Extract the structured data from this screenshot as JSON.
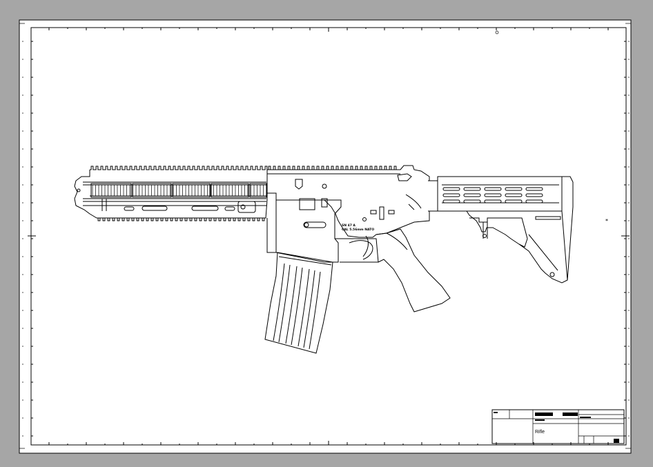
{
  "drawing": {
    "part_name": "Rifle",
    "receiver_marking_line1": "SN 47 A",
    "receiver_marking_line2": "CAL 5.56mm NATO"
  },
  "colors": {
    "background": "#a6a6a6",
    "sheet": "#ffffff",
    "ink": "#000000"
  }
}
